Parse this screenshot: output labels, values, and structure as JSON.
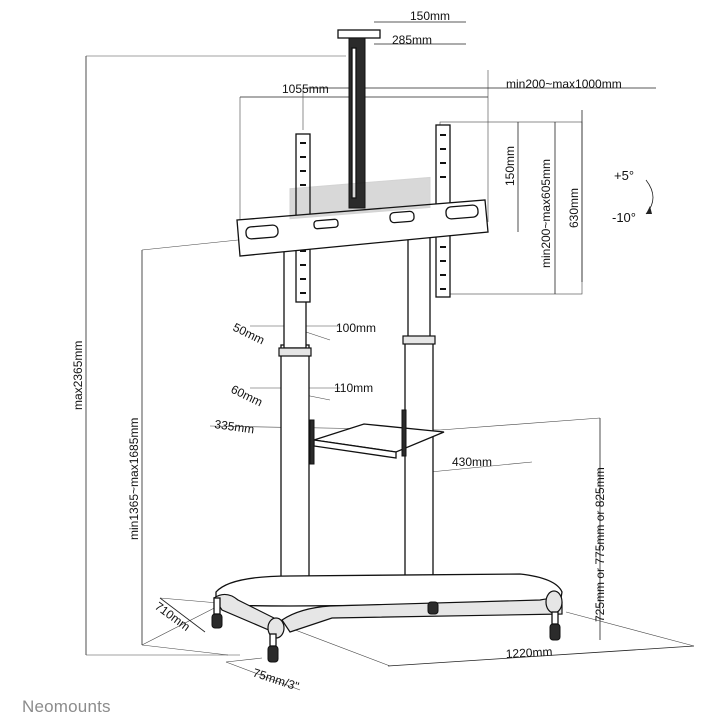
{
  "brand": "Neomounts",
  "labels": {
    "ceiling_width": "150mm",
    "ceiling_depth": "285mm",
    "bracket_width": "1055mm",
    "vesa_horizontal": "min200~max1000mm",
    "vesa_step": "150mm",
    "vesa_vertical": "min200~max605mm",
    "bracket_height": "630mm",
    "tilt_up": "+5°",
    "tilt_down": "-10°",
    "total_height": "max2365mm",
    "mount_height": "min1365~max1685mm",
    "column_upper_depth": "50mm",
    "column_upper_width": "100mm",
    "column_lower_depth": "60mm",
    "column_lower_width": "110mm",
    "shelf_depth": "335mm",
    "shelf_width": "430mm",
    "shelf_height": "725mm or 775mm or 825mm",
    "base_depth": "710mm",
    "base_width": "1220mm",
    "caster": "75mm/3\""
  }
}
